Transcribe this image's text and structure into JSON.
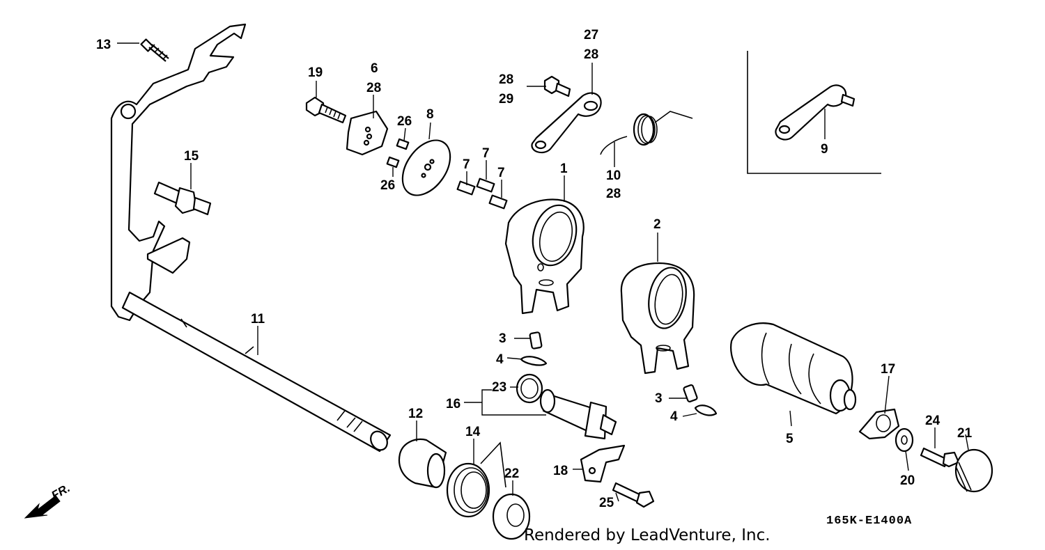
{
  "diagram": {
    "callouts": {
      "c13": "13",
      "c19": "19",
      "c6": "6",
      "c28a": "28",
      "c26a": "26",
      "c26b": "26",
      "c8": "8",
      "c7a": "7",
      "c7b": "7",
      "c7c": "7",
      "c15": "15",
      "c27": "27",
      "c28b": "28",
      "c28c": "28",
      "c29": "29",
      "c10": "10",
      "c28d": "28",
      "c9": "9",
      "c1": "1",
      "c2": "2",
      "c11": "11",
      "c3a": "3",
      "c4a": "4",
      "c23": "23",
      "c16": "16",
      "c3b": "3",
      "c4b": "4",
      "c5": "5",
      "c17": "17",
      "c12": "12",
      "c14": "14",
      "c22": "22",
      "c18": "18",
      "c25": "25",
      "c24": "24",
      "c21": "21",
      "c20": "20"
    },
    "front_marker": "FR.",
    "credit": "Rendered by LeadVenture, Inc.",
    "drawing_code": "165K-E1400A"
  }
}
